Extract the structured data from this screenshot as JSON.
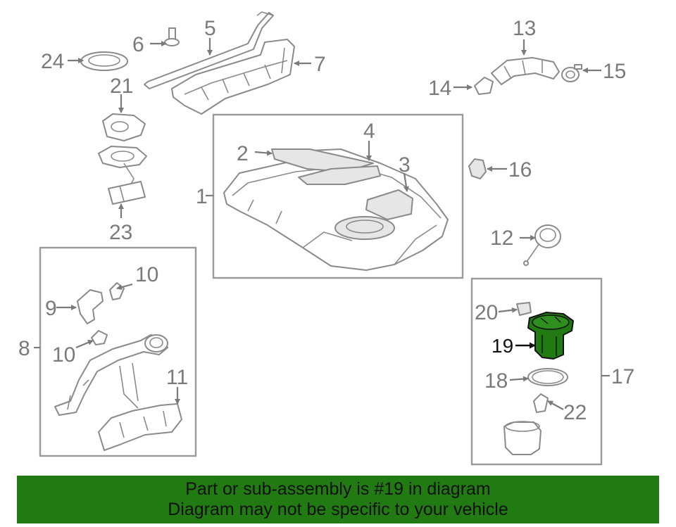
{
  "callouts": {
    "c1": "1",
    "c2": "2",
    "c3": "3",
    "c4": "4",
    "c5": "5",
    "c6": "6",
    "c7": "7",
    "c8": "8",
    "c9": "9",
    "c10a": "10",
    "c10b": "10",
    "c11": "11",
    "c12": "12",
    "c13": "13",
    "c14": "14",
    "c15": "15",
    "c16": "16",
    "c17": "17",
    "c18": "18",
    "c19": "19",
    "c20": "20",
    "c21": "21",
    "c22": "22",
    "c23": "23",
    "c24": "24"
  },
  "highlight": {
    "part_number": "19",
    "color": "#217a12"
  },
  "banner": {
    "line1": "Part or sub-assembly is #19 in diagram",
    "line2": "Diagram may not be specific to your vehicle",
    "background": "#217a12"
  }
}
